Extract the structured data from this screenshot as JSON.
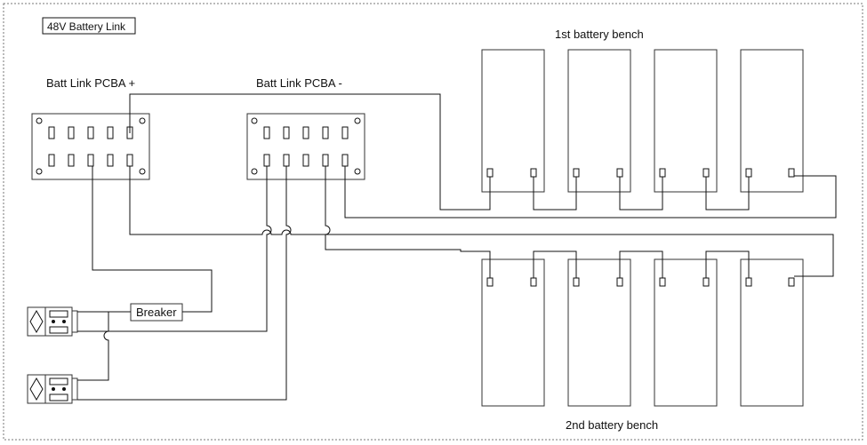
{
  "title": "48V Battery Link",
  "labels": {
    "pcba_plus": "Batt Link PCBA +",
    "pcba_minus": "Batt Link PCBA -",
    "bench1": "1st battery bench",
    "bench2": "2nd  battery bench",
    "breaker": "Breaker"
  },
  "benches": [
    {
      "name": "1st battery bench",
      "battery_count": 4
    },
    {
      "name": "2nd  battery bench",
      "battery_count": 4
    }
  ],
  "pcba_boards": [
    {
      "name": "Batt Link PCBA +",
      "slots_per_row": 5
    },
    {
      "name": "Batt Link PCBA -",
      "slots_per_row": 5
    }
  ],
  "connectors": 2,
  "colors": {
    "line": "#111111",
    "border": "#777777",
    "background": "#ffffff"
  }
}
